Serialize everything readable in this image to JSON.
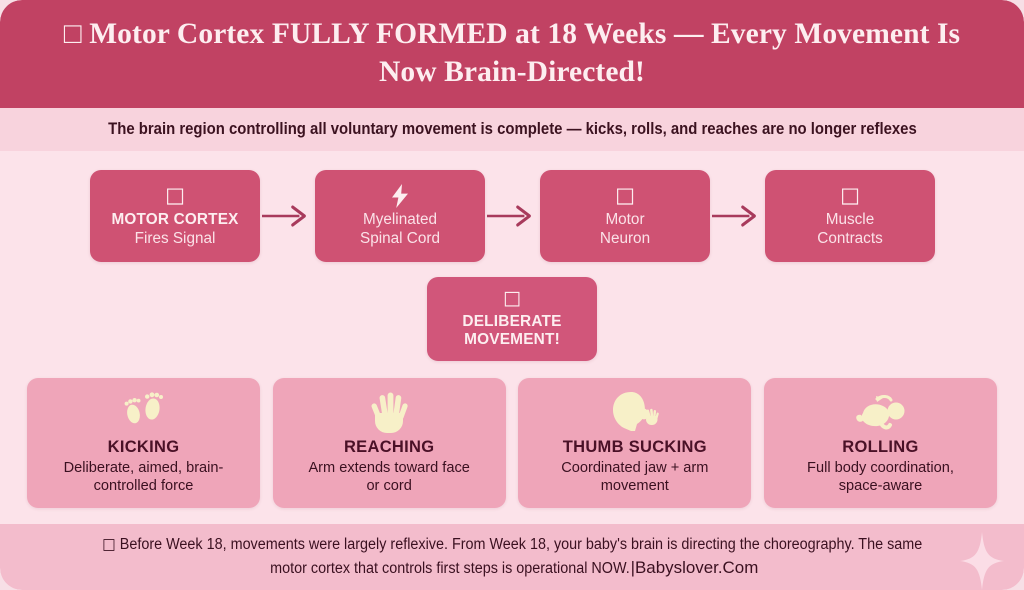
{
  "colors": {
    "header_bg": "#c14263",
    "subtitle_bg": "#f8d3dd",
    "body_bg": "#fce3ea",
    "chain_box_bg": "#cf5273",
    "deliberate_bg": "#d1567a",
    "card_bg": "#efa5b9",
    "footer_bg": "#f3bccc",
    "cream_text": "#fdeef0",
    "dark_text": "#3a1020",
    "icon_cream": "#f7f0c8",
    "arrow": "#a83a5c"
  },
  "header": {
    "icon": "tofu-box",
    "icon_glyph": "□",
    "title": "Motor Cortex FULLY FORMED at 18 Weeks — Every Movement Is Now Brain-Directed!"
  },
  "subtitle": {
    "text": "The brain region controlling all voluntary movement is complete — kicks, rolls, and reaches are no longer reflexes"
  },
  "chain": {
    "arrow_glyph": "→",
    "steps": [
      {
        "icon": "tofu-box",
        "icon_glyph": "□",
        "line1": "MOTOR CORTEX",
        "line1_bold": true,
        "line2": "Fires Signal"
      },
      {
        "icon": "lightning-bolt-icon",
        "icon_glyph": "⚡",
        "line1": "Myelinated",
        "line1_bold": false,
        "line2": "Spinal Cord"
      },
      {
        "icon": "tofu-box",
        "icon_glyph": "□",
        "line1": "Motor",
        "line1_bold": false,
        "line2": "Neuron"
      },
      {
        "icon": "tofu-box",
        "icon_glyph": "□",
        "line1": "Muscle",
        "line1_bold": false,
        "line2": "Contracts"
      }
    ]
  },
  "deliberate": {
    "icon": "tofu-box",
    "icon_glyph": "□",
    "line1": "DELIBERATE",
    "line2": "MOVEMENT!"
  },
  "cards": [
    {
      "icon": "footprints-icon",
      "title": "KICKING",
      "desc_line1": "Deliberate, aimed, brain-",
      "desc_line2": "controlled force"
    },
    {
      "icon": "open-hand-icon",
      "title": "REACHING",
      "desc_line1": "Arm extends toward face",
      "desc_line2": "or cord"
    },
    {
      "icon": "baby-head-hand-icon",
      "title": "THUMB SUCKING",
      "desc_line1": "Coordinated jaw + arm",
      "desc_line2": "movement"
    },
    {
      "icon": "rolling-baby-icon",
      "title": "ROLLING",
      "desc_line1": "Full body coordination,",
      "desc_line2": "space-aware"
    }
  ],
  "footer": {
    "icon": "tofu-box",
    "icon_glyph": "□",
    "line1": "Before Week 18, movements were largely reflexive. From Week 18, your baby's brain is directing the choreography. The same",
    "line2": "motor cortex that controls first steps is operational NOW. ",
    "brand": "|Babyslover.Com",
    "decoration": "sparkle-icon"
  }
}
